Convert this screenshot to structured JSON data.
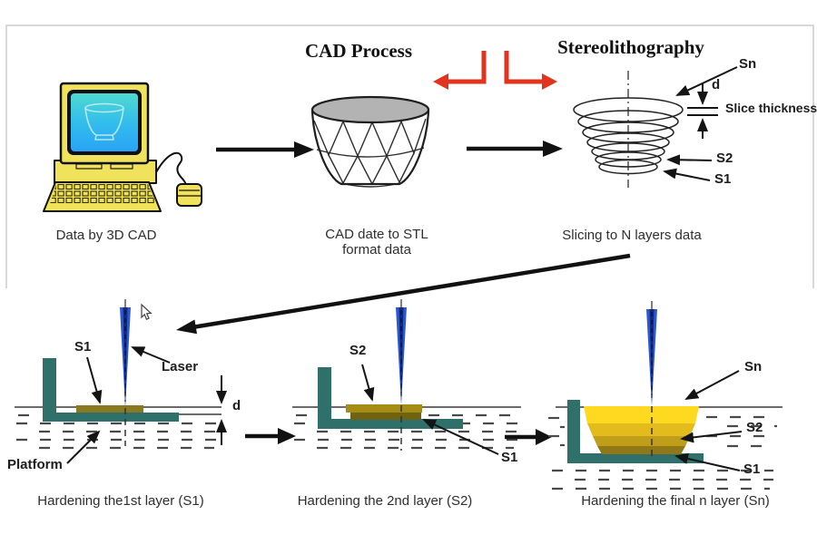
{
  "titles": {
    "cad_process": "CAD Process",
    "stereolithography": "Stereolithography"
  },
  "captions": {
    "computer": "Data by 3D CAD",
    "stl_line1": "CAD date to STL",
    "stl_line2": "format data",
    "slicing": "Slicing to N layers data"
  },
  "slice_diagram": {
    "sn": "Sn",
    "d": "d",
    "slice_thickness": "Slice thickness",
    "s2": "S2",
    "s1": "S1"
  },
  "stage1": {
    "s1": "S1",
    "laser": "Laser",
    "d": "d",
    "platform": "Platform",
    "caption": "Hardening the1st layer (S1)"
  },
  "stage2": {
    "s2": "S2",
    "s1": "S1",
    "caption": "Hardening the 2nd layer (S2)"
  },
  "stage3": {
    "sn": "Sn",
    "s2": "S2",
    "s1": "S1",
    "caption": "Hardening the final n layer (Sn)"
  },
  "colors": {
    "accent_red": "#e2331f",
    "platform_teal": "#30706a",
    "laser_blue": "#2b59d4",
    "laser_core": "#122a80",
    "resin_olive": "#8a7a1f",
    "resin_bright": "#a58d15",
    "resin_dark": "#6f6210",
    "resin_yellow_top": "#ffd91f",
    "computer_yellow": "#f0e25a",
    "mesh_rim_gray": "#b3b3b3"
  }
}
